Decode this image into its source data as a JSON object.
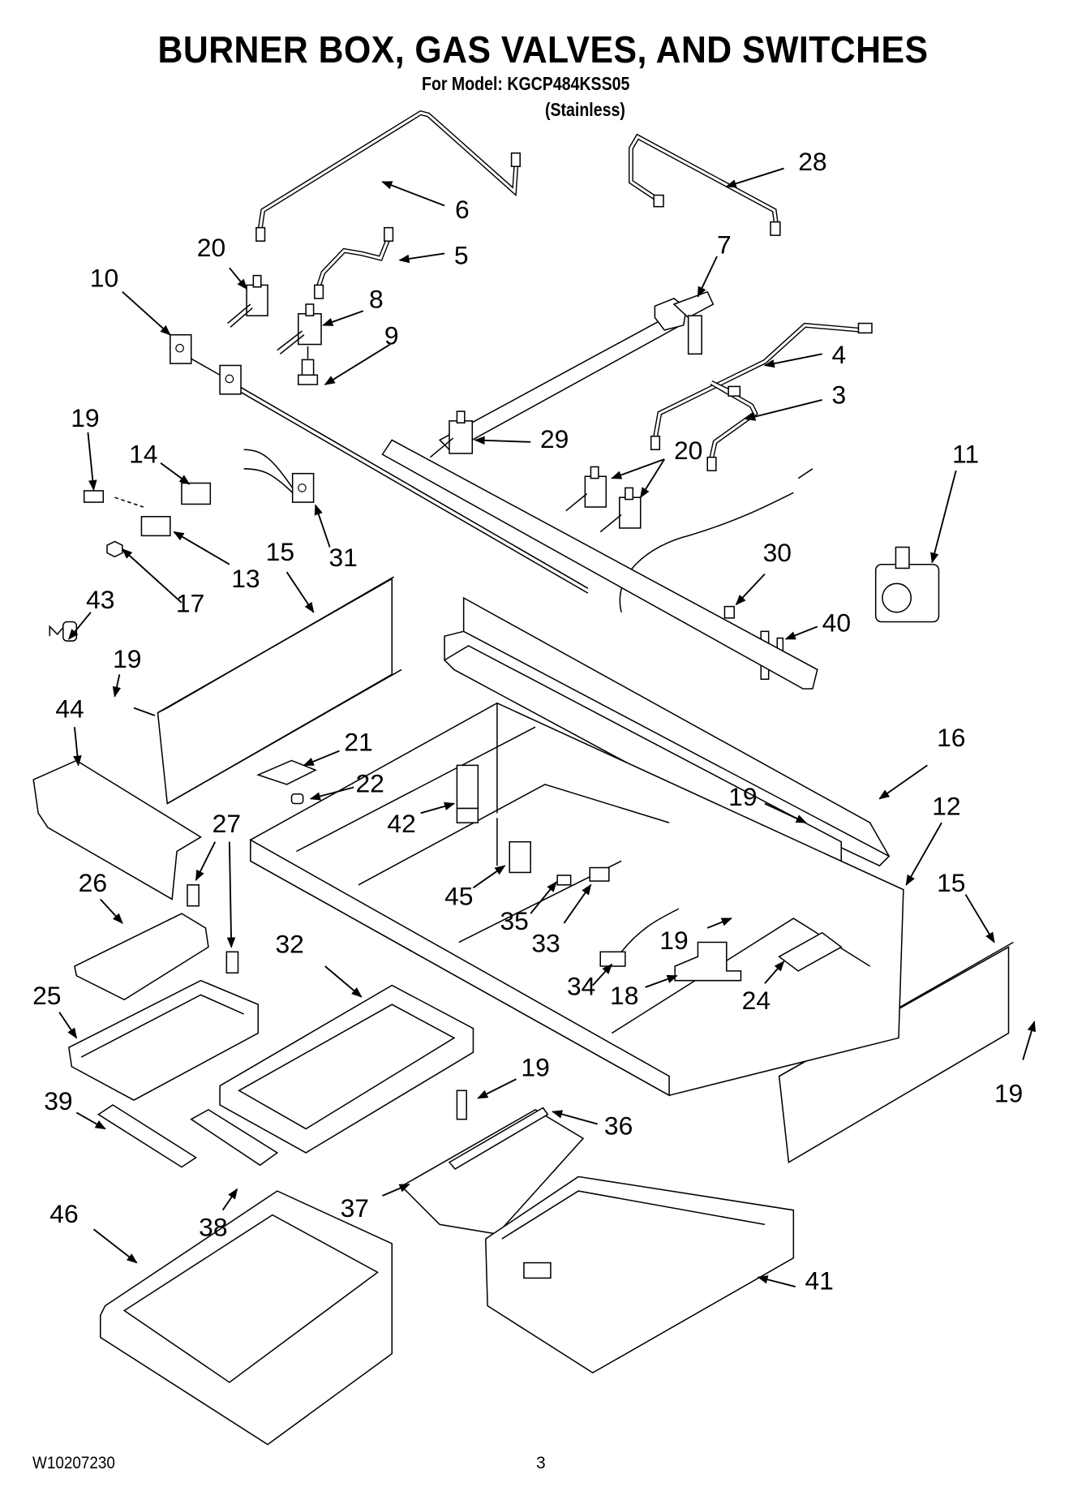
{
  "header": {
    "title": "BURNER BOX, GAS VALVES, AND SWITCHES",
    "model_line": "For Model: KGCP484KSS05",
    "variant": "(Stainless)"
  },
  "footer": {
    "document_number": "W10207230",
    "page_number": "3"
  },
  "callouts": [
    {
      "id": "c28",
      "label": "28"
    },
    {
      "id": "c6",
      "label": "6"
    },
    {
      "id": "c20a",
      "label": "20"
    },
    {
      "id": "c5",
      "label": "5"
    },
    {
      "id": "c7",
      "label": "7"
    },
    {
      "id": "c10",
      "label": "10"
    },
    {
      "id": "c8",
      "label": "8"
    },
    {
      "id": "c9",
      "label": "9"
    },
    {
      "id": "c4",
      "label": "4"
    },
    {
      "id": "c3",
      "label": "3"
    },
    {
      "id": "c19a",
      "label": "19"
    },
    {
      "id": "c14",
      "label": "14"
    },
    {
      "id": "c29",
      "label": "29"
    },
    {
      "id": "c20b",
      "label": "20"
    },
    {
      "id": "c11",
      "label": "11"
    },
    {
      "id": "c13",
      "label": "13"
    },
    {
      "id": "c31",
      "label": "31"
    },
    {
      "id": "c17",
      "label": "17"
    },
    {
      "id": "c15a",
      "label": "15"
    },
    {
      "id": "c30",
      "label": "30"
    },
    {
      "id": "c43",
      "label": "43"
    },
    {
      "id": "c40",
      "label": "40"
    },
    {
      "id": "c19b",
      "label": "19"
    },
    {
      "id": "c44",
      "label": "44"
    },
    {
      "id": "c21",
      "label": "21"
    },
    {
      "id": "c16",
      "label": "16"
    },
    {
      "id": "c22",
      "label": "22"
    },
    {
      "id": "c19c",
      "label": "19"
    },
    {
      "id": "c12",
      "label": "12"
    },
    {
      "id": "c42",
      "label": "42"
    },
    {
      "id": "c27",
      "label": "27"
    },
    {
      "id": "c26",
      "label": "26"
    },
    {
      "id": "c45",
      "label": "45"
    },
    {
      "id": "c15b",
      "label": "15"
    },
    {
      "id": "c35",
      "label": "35"
    },
    {
      "id": "c33",
      "label": "33"
    },
    {
      "id": "c19d",
      "label": "19"
    },
    {
      "id": "c32",
      "label": "32"
    },
    {
      "id": "c34",
      "label": "34"
    },
    {
      "id": "c18",
      "label": "18"
    },
    {
      "id": "c24",
      "label": "24"
    },
    {
      "id": "c25",
      "label": "25"
    },
    {
      "id": "c19e",
      "label": "19"
    },
    {
      "id": "c19f",
      "label": "19"
    },
    {
      "id": "c36",
      "label": "36"
    },
    {
      "id": "c39",
      "label": "39"
    },
    {
      "id": "c37",
      "label": "37"
    },
    {
      "id": "c38",
      "label": "38"
    },
    {
      "id": "c46",
      "label": "46"
    },
    {
      "id": "c41",
      "label": "41"
    }
  ]
}
